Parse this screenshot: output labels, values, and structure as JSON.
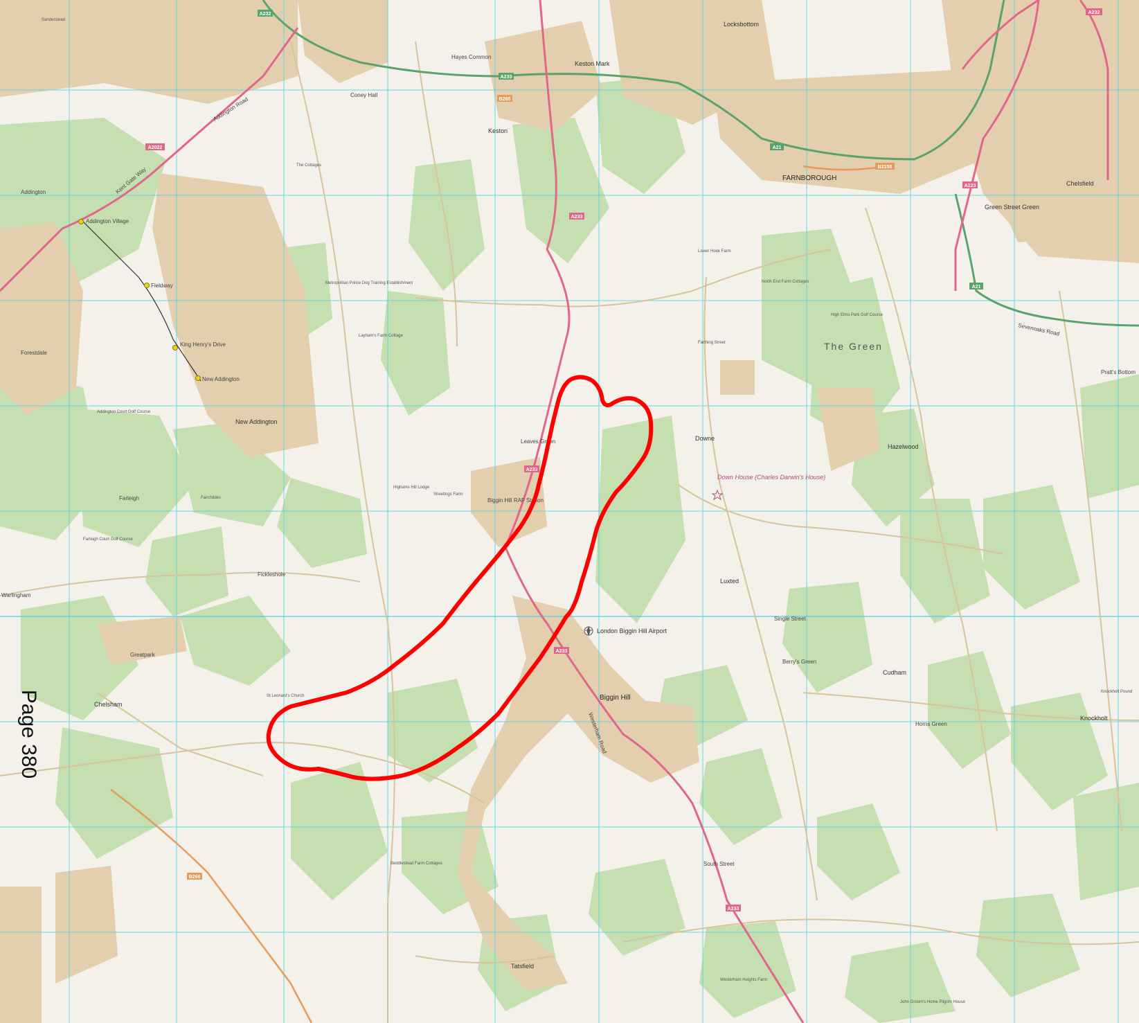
{
  "map": {
    "page_reference": "Page 380",
    "colors": {
      "background": "#f3f1ea",
      "woodland": "#c6dfb0",
      "urban": "#e3cfae",
      "grid": "#4fd2e6",
      "a_road": "#e0678a",
      "trunk_road": "#5aa36a",
      "b_road": "#e89a5a",
      "minor_road": "#d8c49a",
      "boundary_outline": "#ff0000",
      "tram_stop": "#f0d020"
    },
    "road_labels": [
      "A232",
      "A233",
      "A2022",
      "A21",
      "B2158",
      "A223",
      "B269",
      "B265",
      "A232"
    ],
    "road_names": [
      "Addington Road",
      "Sevenoaks Road",
      "Westerham Road",
      "Kent Gate Way"
    ],
    "place_labels": {
      "locksbottom": "Locksbottom",
      "keston_mark": "Keston Mark",
      "keston": "Keston",
      "farnborough": "FARNBOROUGH",
      "chelsfield": "Chelsfield",
      "green_street_green": "Green Street Green",
      "addington": "Addington",
      "addington_village": "Addington Village",
      "fieldway": "Fieldway",
      "king_henrys_drive": "King Henry's Drive",
      "new_addington_stop": "New Addington",
      "new_addington": "New Addington",
      "forestdale": "Forestdale",
      "the_green": "The Green",
      "pratts_bottom": "Pratt's Bottom",
      "downe": "Downe",
      "down_house": "Down House (Charles Darwin's House)",
      "leaves_green": "Leaves Green",
      "biggin_hill_raf": "Biggin Hill RAF Station",
      "airport": "London Biggin Hill Airport",
      "biggin_hill": "Biggin Hill",
      "luxted": "Luxted",
      "single_street": "Single Street",
      "hazelwood": "Hazelwood",
      "cudham": "Cudham",
      "knockholt": "Knockholt",
      "horns_green": "Horns Green",
      "berrys_green": "Berry's Green",
      "south_street": "South Street",
      "tatsfield": "Tatsfield",
      "chelsham": "Chelsham",
      "fickleshole": "Fickleshole",
      "farleigh": "Farleigh",
      "coney_hall": "Coney Hall",
      "hayes_common": "Hayes Common",
      "fairchildes": "Fairchildes",
      "warlingham": "Warlingham",
      "sanderstead": "Sanderstead",
      "greatpark": "Greatpark",
      "st_leonards": "St Leonard's Church",
      "layhams_farm": "Layham's Farm Cottage",
      "metropolitan_police": "Metropolitan Police Dog Training Establishment",
      "farleigh_court": "Farleigh Court Golf Course",
      "addington_court": "Addington Court Golf Course",
      "high_elms": "High Elms Park Golf Course",
      "north_end_farm": "North End Farm Cottages",
      "farthing_street": "Farthing Street",
      "lower_hook_farm": "Lower Hook Farm",
      "the_cottages": "The Cottages",
      "highams_hill": "Highams Hill Lodge",
      "sheetings_farm": "Sheetings Farm",
      "beddlestead": "Beddlestead Farm Cottages",
      "westerham_heights": "Westerham Heights Farm",
      "john_groom": "John Groom's Home Pilgrim House",
      "knockholt_pound": "Knockholt Pound"
    }
  }
}
